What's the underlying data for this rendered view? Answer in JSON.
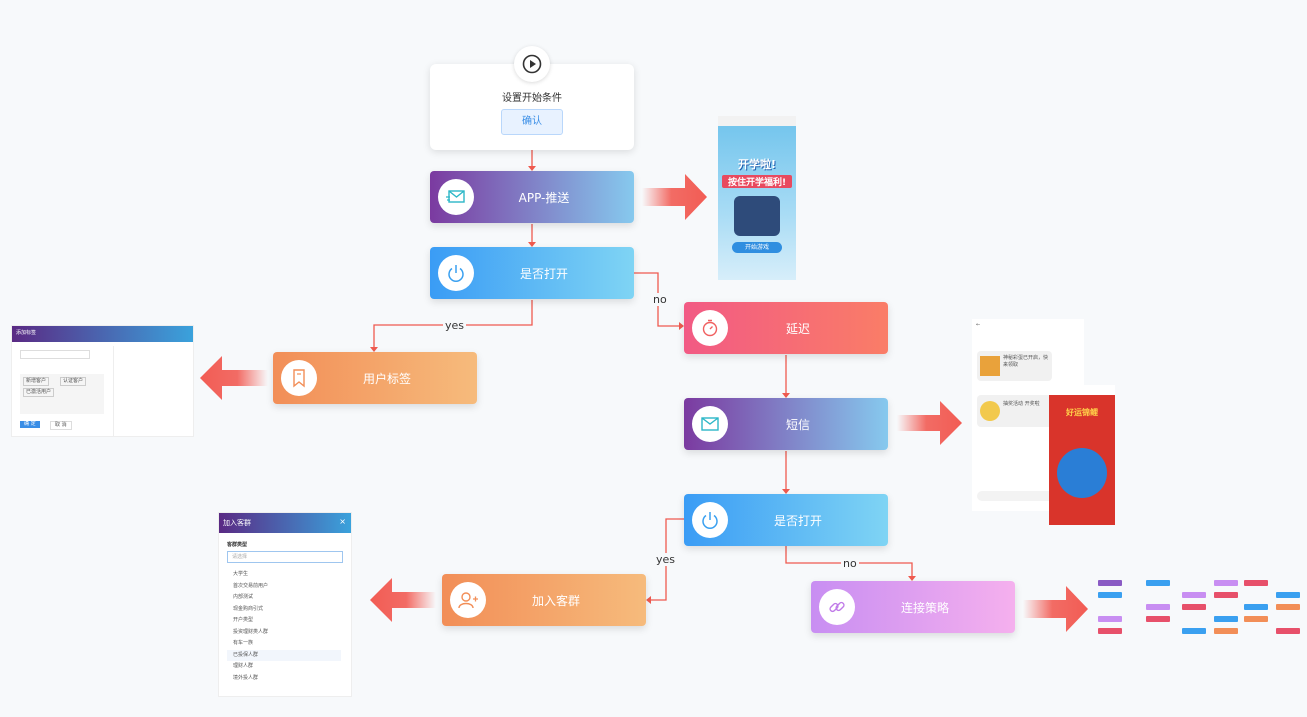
{
  "start": {
    "title": "设置开始条件",
    "confirm": "确认"
  },
  "nodes": {
    "app_push": "APP-推送",
    "opened1": "是否打开",
    "user_tag": "用户标签",
    "delay": "延迟",
    "sms": "短信",
    "opened2": "是否打开",
    "join_group": "加入客群",
    "connect": "连接策略"
  },
  "edges": {
    "no1": "no",
    "yes1": "yes",
    "yes2": "yes",
    "no2": "no"
  },
  "join_dialog": {
    "title": "加入客群",
    "field": "客群类型",
    "placeholder": "请选择",
    "options": [
      "大学生",
      "首次交易前用户",
      "内部测试",
      "现金购商引式",
      "开户类型",
      "投资理财类人群",
      "有车一族",
      "已投保人群",
      "理财人群",
      "境外投人群"
    ]
  },
  "tag_dialog": {
    "title": "添加标签",
    "ok": "确 定",
    "cancel": "取 消",
    "chip1": "新增客户",
    "chip2": "认证客户",
    "chip3": "已激活用户"
  },
  "app_shot": {
    "line1": "开学啦!",
    "line2": "按住开学福利!",
    "btn": "开始游戏"
  },
  "sms_shot": {
    "msg1": "神秘彩蛋已开启，快来领取",
    "msg2": "抽奖活动 开奖啦",
    "banner": "好运锦鲤"
  }
}
